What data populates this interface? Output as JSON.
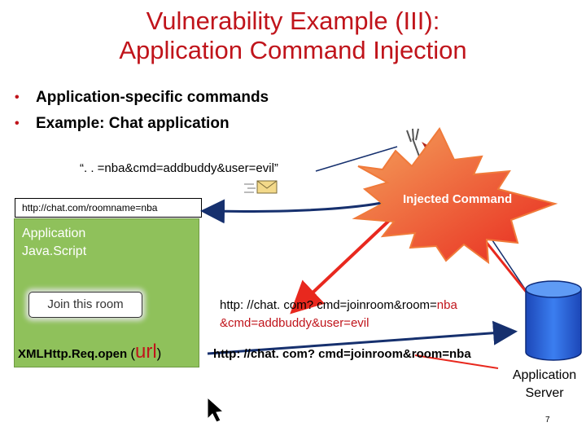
{
  "slide": {
    "title_line1": "Vulnerability Example (III):",
    "title_line2": "Application Command Injection",
    "bullets": [
      "Application-specific commands",
      "Example: Chat application"
    ],
    "payload": "“. . =nba&cmd=addbuddy&user=evil”",
    "browser_url": "http://chat.com/roomname=nba",
    "app_label_line1": "Application",
    "app_label_line2": "Java.Script",
    "join_button": "Join this room",
    "xml_call_prefix": "XMLHttp.Req.open",
    "xml_call_open_paren": "(",
    "xml_call_arg": "url",
    "xml_call_close_paren": ")",
    "injected_label": "Injected Command",
    "malicious_request_line1_prefix": "http: //chat. com? cmd=joinroom&room=",
    "malicious_request_line1_room": "nba",
    "malicious_request_line2": "&cmd=addbuddy&user=evil",
    "normal_request": "http: //chat. com? cmd=joinroom&room=nba",
    "server_label_line1": "Application",
    "server_label_line2": "Server",
    "page_number": "7"
  },
  "colors": {
    "title_red": "#c0141b",
    "panel_green": "#8fc15b",
    "arrow_blue": "#16306e",
    "burst_red": "#e8281e",
    "burst_orange": "#f07a3a",
    "server_blue": "#2a5fd8"
  },
  "icons": [
    "bullet-icon",
    "envelope-icon",
    "devil-icon",
    "mouse-cursor-icon",
    "database-icon",
    "burst-icon"
  ]
}
